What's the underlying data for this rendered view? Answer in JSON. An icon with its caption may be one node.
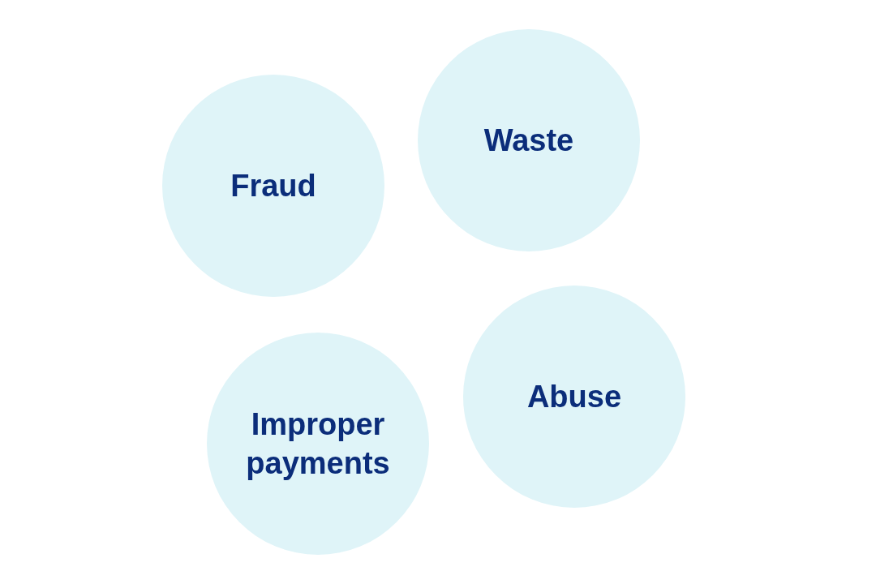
{
  "diagram": {
    "nodes": [
      {
        "text": [
          "Waste"
        ]
      },
      {
        "text": [
          "Fraud"
        ]
      },
      {
        "text": [
          "Abuse"
        ]
      },
      {
        "text": [
          "Improper payments"
        ]
      }
    ]
  }
}
